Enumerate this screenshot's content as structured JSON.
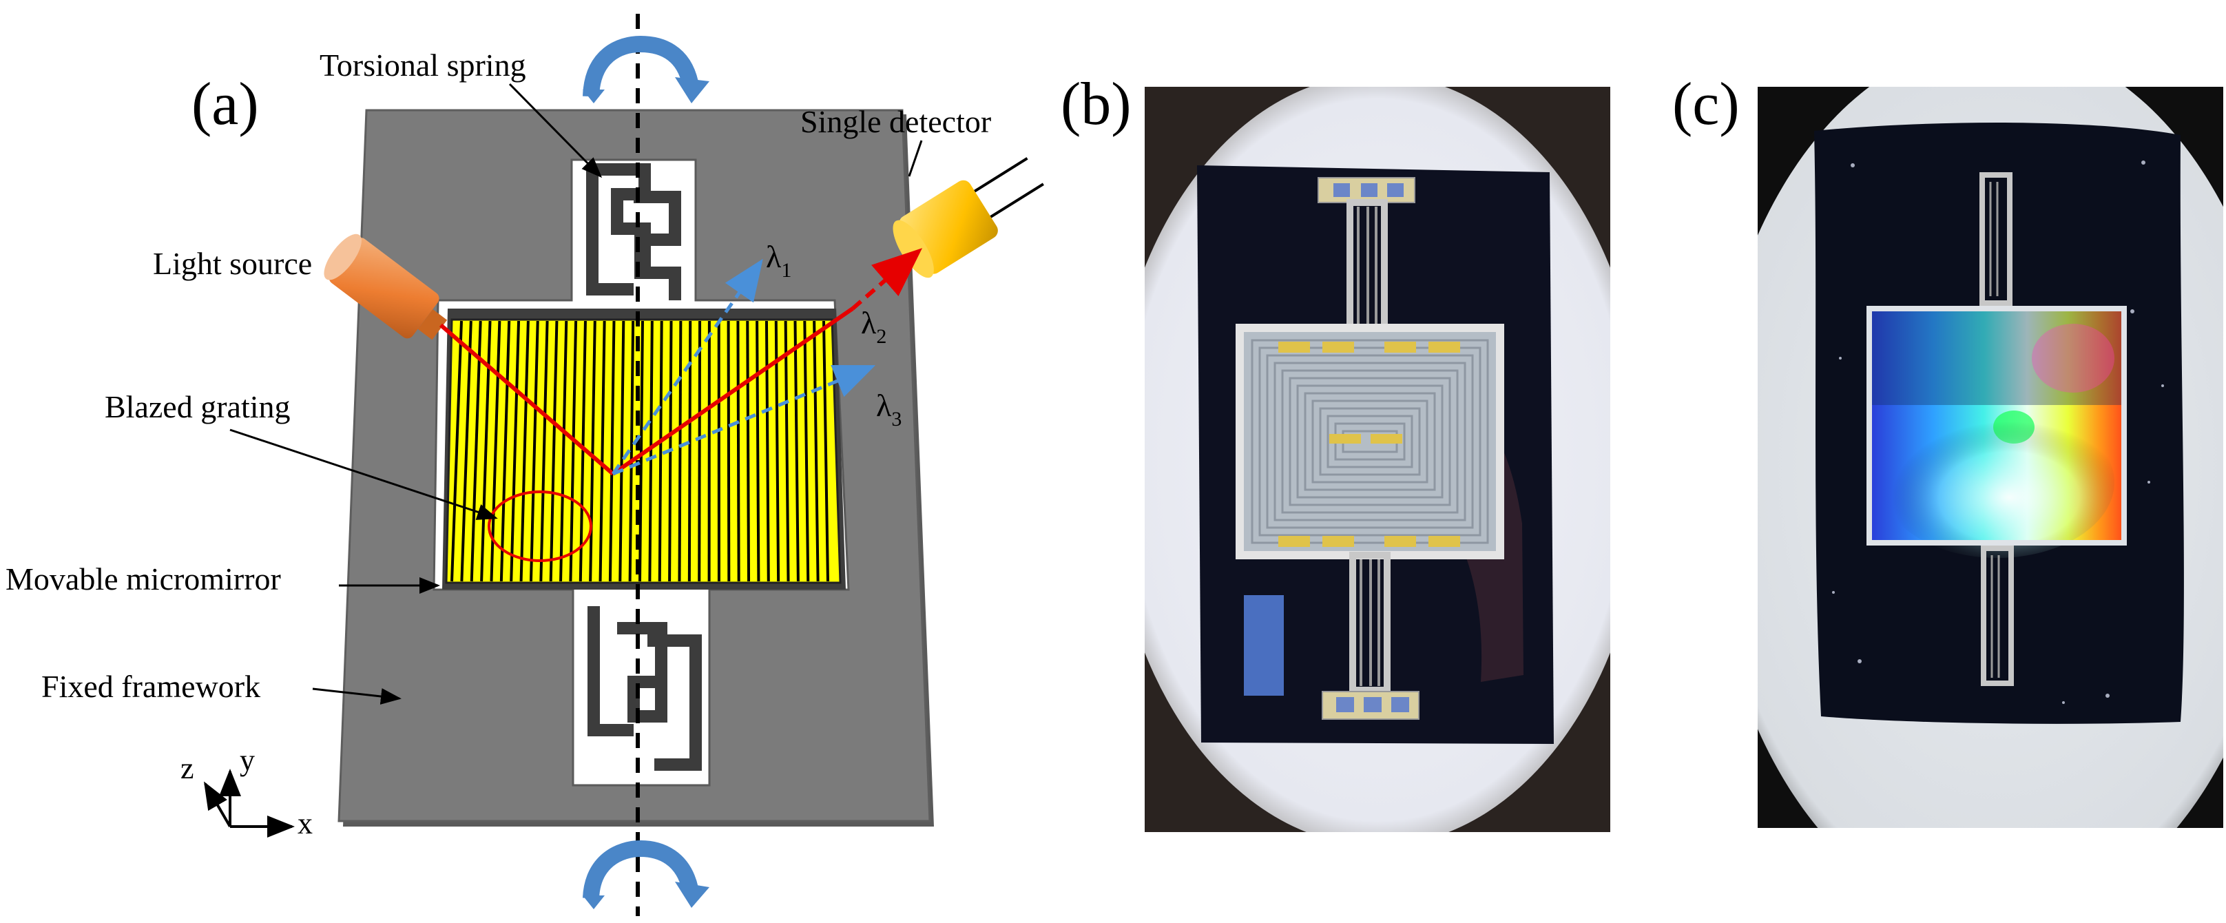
{
  "panels": {
    "a": {
      "letter": "(a)"
    },
    "b": {
      "letter": "(b)"
    },
    "c": {
      "letter": "(c)"
    }
  },
  "labels": {
    "torsional_spring": "Torsional spring",
    "single_detector": "Single detector",
    "light_source": "Light source",
    "blazed_grating": "Blazed grating",
    "movable_micromirror": "Movable micromirror",
    "fixed_framework": "Fixed framework"
  },
  "wavelengths": [
    {
      "symbol": "λ",
      "sub": "1"
    },
    {
      "symbol": "λ",
      "sub": "2"
    },
    {
      "symbol": "λ",
      "sub": "3"
    }
  ],
  "axes": {
    "x": "x",
    "y": "y",
    "z": "z"
  },
  "colors": {
    "frame": "#7b7b7b",
    "frame_edge": "#5a5a5a",
    "grating": "#ffff00",
    "incident_ray": "#e60000",
    "diffracted_ray": "#4a90d9",
    "source": "#ed7d31",
    "detector": "#ffc000",
    "rotation_arrow": "#4a86c8",
    "photo_bg_b": "#0d1020",
    "photo_bg_c": "#0a0e1c"
  }
}
